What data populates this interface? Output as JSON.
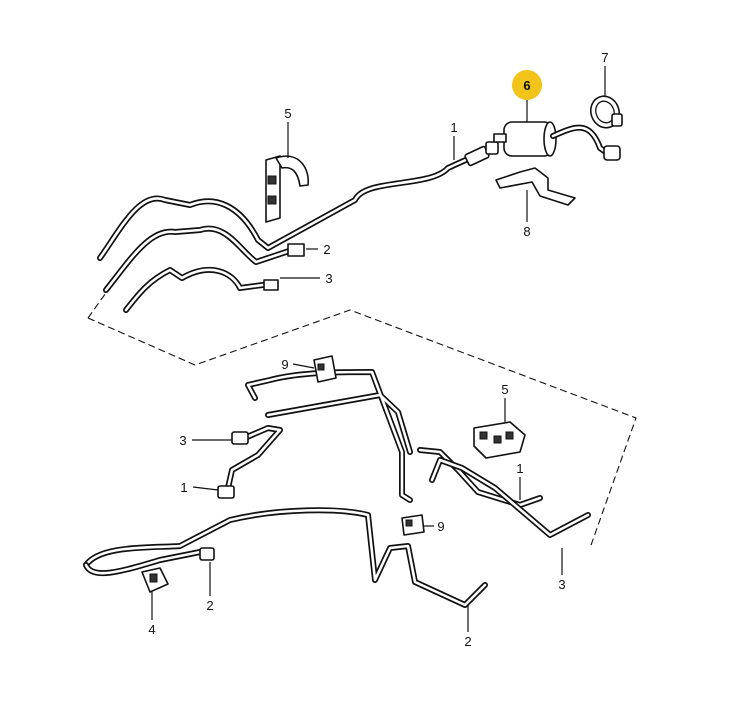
{
  "diagram": {
    "highlight_color": "#f2c318",
    "callouts": [
      {
        "id": "c6",
        "label": "6",
        "highlighted": true
      },
      {
        "id": "c7",
        "label": "7"
      },
      {
        "id": "c5a",
        "label": "5"
      },
      {
        "id": "c1a",
        "label": "1"
      },
      {
        "id": "c2a",
        "label": "2"
      },
      {
        "id": "c3a",
        "label": "3"
      },
      {
        "id": "c8",
        "label": "8"
      },
      {
        "id": "c9a",
        "label": "9"
      },
      {
        "id": "c5b",
        "label": "5"
      },
      {
        "id": "c3b",
        "label": "3"
      },
      {
        "id": "c1b",
        "label": "1"
      },
      {
        "id": "c1c",
        "label": "1"
      },
      {
        "id": "c9b",
        "label": "9"
      },
      {
        "id": "c2b",
        "label": "2"
      },
      {
        "id": "c4",
        "label": "4"
      },
      {
        "id": "c2c",
        "label": "2"
      },
      {
        "id": "c3c",
        "label": "3"
      }
    ]
  }
}
